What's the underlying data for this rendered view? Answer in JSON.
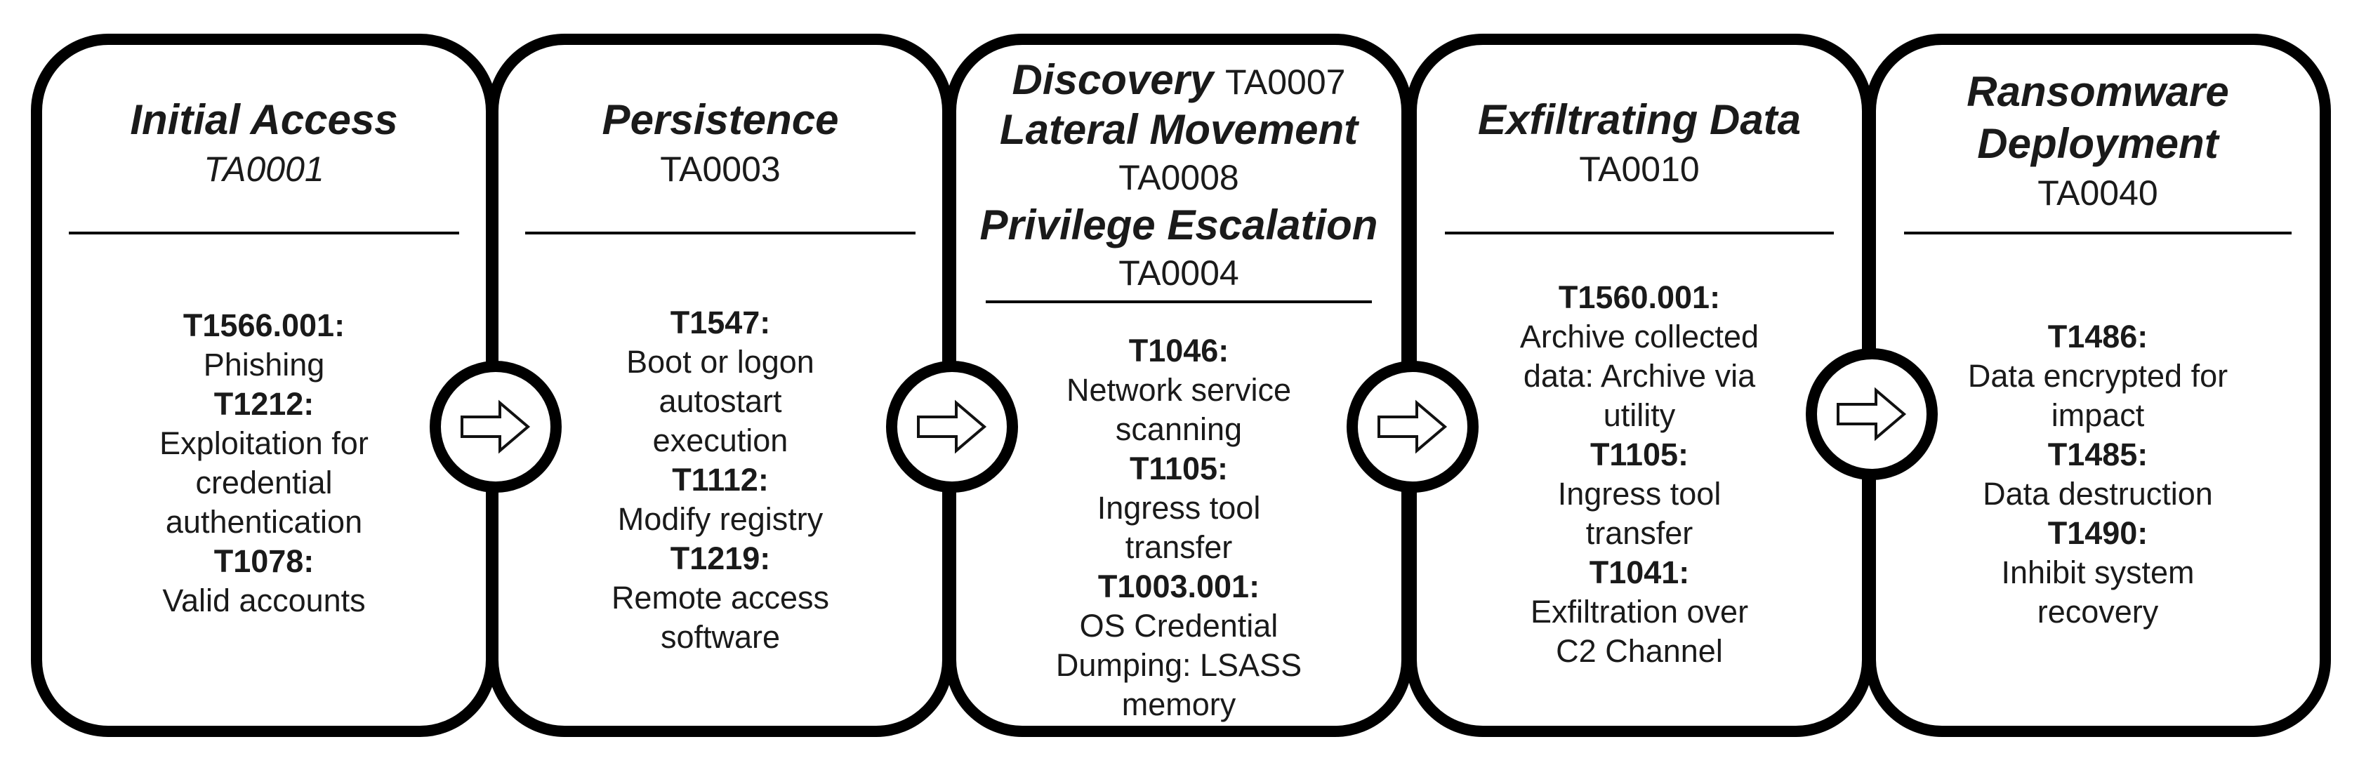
{
  "stages": [
    {
      "title": "Initial Access",
      "code": "TA0001",
      "techniques": [
        {
          "id": "T1566.001:",
          "lines": [
            "Phishing"
          ]
        },
        {
          "id": "T1212:",
          "lines": [
            "Exploitation for",
            "credential",
            "authentication"
          ]
        },
        {
          "id": "T1078:",
          "lines": [
            "Valid accounts"
          ]
        }
      ]
    },
    {
      "title": "Persistence",
      "code": "TA0003",
      "techniques": [
        {
          "id": "T1547:",
          "lines": [
            "Boot or logon",
            "autostart",
            "execution"
          ]
        },
        {
          "id": "T1112:",
          "lines": [
            "Modify registry"
          ]
        },
        {
          "id": "T1219:",
          "lines": [
            "Remote access",
            "software"
          ]
        }
      ]
    },
    {
      "title_lines": [
        {
          "title": "Discovery",
          "code": "TA0007"
        },
        {
          "title": "Lateral Movement",
          "code": "TA0008"
        },
        {
          "title": "Privilege Escalation",
          "code": "TA0004"
        }
      ],
      "techniques": [
        {
          "id": "T1046:",
          "lines": [
            "Network service",
            "scanning"
          ]
        },
        {
          "id": "T1105:",
          "lines": [
            "Ingress tool",
            "transfer"
          ]
        },
        {
          "id": "T1003.001:",
          "lines": [
            "OS Credential",
            "Dumping: LSASS",
            "memory"
          ]
        }
      ]
    },
    {
      "title": "Exfiltrating Data",
      "code": "TA0010",
      "techniques": [
        {
          "id": "T1560.001:",
          "lines": [
            "Archive collected",
            "data: Archive via",
            "utility"
          ]
        },
        {
          "id": "T1105:",
          "lines": [
            "Ingress tool",
            "transfer"
          ]
        },
        {
          "id": "T1041:",
          "lines": [
            "Exfiltration over",
            "C2 Channel"
          ]
        }
      ]
    },
    {
      "title_lines_only": [
        "Ransomware",
        "Deployment"
      ],
      "code": "TA0040",
      "techniques": [
        {
          "id": "T1486:",
          "lines": [
            "Data encrypted for",
            "impact"
          ]
        },
        {
          "id": "T1485:",
          "lines": [
            "Data destruction"
          ]
        },
        {
          "id": "T1490:",
          "lines": [
            "Inhibit system",
            "recovery"
          ]
        }
      ]
    }
  ],
  "icons": {
    "connector": "right-arrow-icon"
  }
}
